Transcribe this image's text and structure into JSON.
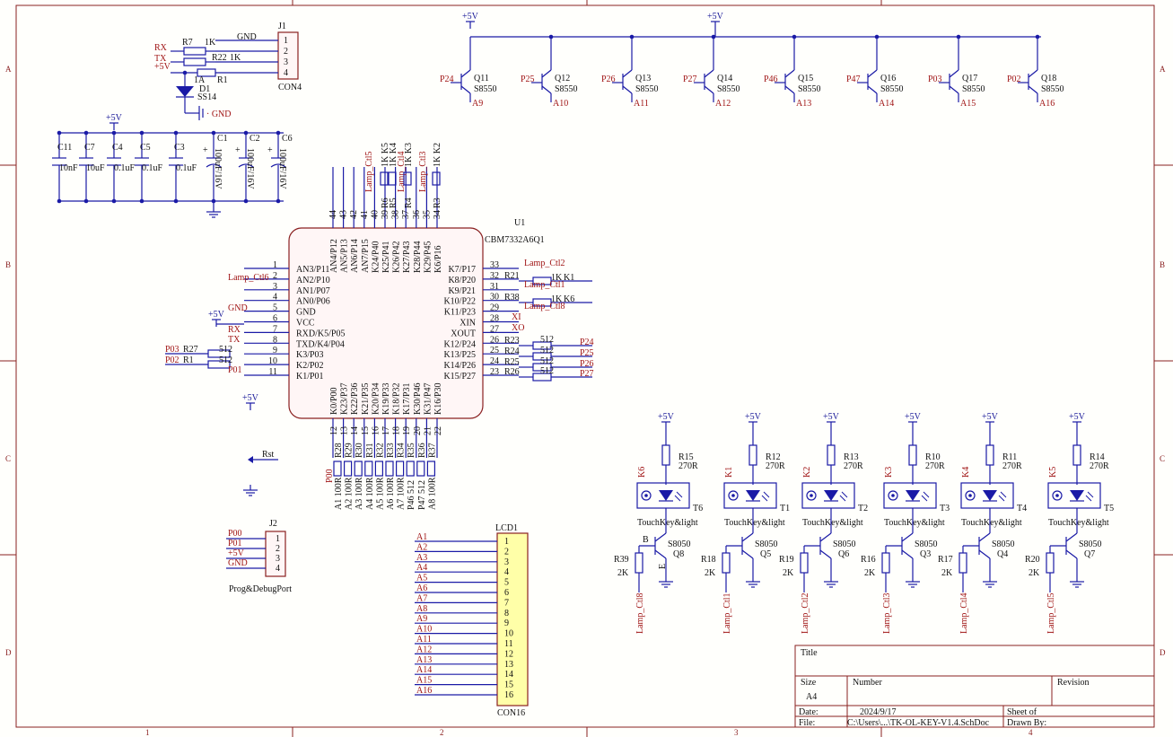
{
  "frame": {
    "cols": [
      "1",
      "2",
      "3",
      "4"
    ],
    "rows": [
      "A",
      "B",
      "C",
      "D"
    ]
  },
  "power": {
    "vcc": "+5V",
    "gnd": "GND"
  },
  "j1": {
    "ref": "J1",
    "name": "CON4",
    "pins": [
      "1",
      "2",
      "3",
      "4"
    ],
    "nets": [
      "GND",
      "RX",
      "TX",
      "+5V"
    ],
    "r7": "R7",
    "r7v": "1K",
    "r22": "R22",
    "r22v": "1K",
    "r1": "R1",
    "r1v": "1A",
    "d1": "D1",
    "d1v": "SS14"
  },
  "caps": [
    {
      "ref": "C11",
      "val": "10nF"
    },
    {
      "ref": "C7",
      "val": "10uF"
    },
    {
      "ref": "C4",
      "val": "0.1uF"
    },
    {
      "ref": "C5",
      "val": "0.1uF"
    },
    {
      "ref": "C3",
      "val": "0.1uF"
    },
    {
      "ref": "C1",
      "val": "100uF/16V"
    },
    {
      "ref": "C2",
      "val": "100uF/16V"
    },
    {
      "ref": "C6",
      "val": "100uF/16V"
    }
  ],
  "transistors_top": [
    {
      "ref": "Q11",
      "net": "P24",
      "out": "A9"
    },
    {
      "ref": "Q12",
      "net": "P25",
      "out": "A10"
    },
    {
      "ref": "Q13",
      "net": "P26",
      "out": "A11"
    },
    {
      "ref": "Q14",
      "net": "P27",
      "out": "A12"
    },
    {
      "ref": "Q15",
      "net": "P46",
      "out": "A13"
    },
    {
      "ref": "Q16",
      "net": "P47",
      "out": "A14"
    },
    {
      "ref": "Q17",
      "net": "P03",
      "out": "A15"
    },
    {
      "ref": "Q18",
      "net": "P02",
      "out": "A16"
    }
  ],
  "q_type": "S8550",
  "u1": {
    "ref": "U1",
    "part": "CBM7332A6Q1",
    "left": [
      {
        "n": "1",
        "pin": "AN3/P11"
      },
      {
        "n": "2",
        "pin": "AN2/P10"
      },
      {
        "n": "3",
        "pin": "AN1/P07"
      },
      {
        "n": "4",
        "pin": "AN0/P06"
      },
      {
        "n": "5",
        "pin": "GND"
      },
      {
        "n": "6",
        "pin": "VCC"
      },
      {
        "n": "7",
        "pin": "RXD/K5/P05"
      },
      {
        "n": "8",
        "pin": "TXD/K4/P04"
      },
      {
        "n": "9",
        "pin": "K3/P03"
      },
      {
        "n": "10",
        "pin": "K2/P02"
      },
      {
        "n": "11",
        "pin": "K1/P01"
      }
    ],
    "right": [
      {
        "n": "33",
        "pin": "K7/P17"
      },
      {
        "n": "32",
        "pin": "K8/P20"
      },
      {
        "n": "31",
        "pin": "K9/P21"
      },
      {
        "n": "30",
        "pin": "K10/P22"
      },
      {
        "n": "29",
        "pin": "K11/P23"
      },
      {
        "n": "28",
        "pin": "XIN"
      },
      {
        "n": "27",
        "pin": "XOUT"
      },
      {
        "n": "26",
        "pin": "K12/P24"
      },
      {
        "n": "25",
        "pin": "K13/P25"
      },
      {
        "n": "24",
        "pin": "K14/P26"
      },
      {
        "n": "23",
        "pin": "K15/P27"
      }
    ],
    "top": [
      {
        "n": "44",
        "pin": "AN4/P12"
      },
      {
        "n": "43",
        "pin": "AN5/P13"
      },
      {
        "n": "42",
        "pin": "AN6/P14"
      },
      {
        "n": "41",
        "pin": "AN7/P15"
      },
      {
        "n": "40",
        "pin": "K24/P40"
      },
      {
        "n": "39",
        "pin": "K25/P41"
      },
      {
        "n": "38",
        "pin": "K26/P42"
      },
      {
        "n": "37",
        "pin": "K27/P43"
      },
      {
        "n": "36",
        "pin": "K28/P44"
      },
      {
        "n": "35",
        "pin": "K29/P45"
      },
      {
        "n": "34",
        "pin": "K6/P16"
      }
    ],
    "bottom": [
      {
        "n": "12",
        "pin": "K0/P00"
      },
      {
        "n": "13",
        "pin": "K23/P37"
      },
      {
        "n": "14",
        "pin": "K22/P36"
      },
      {
        "n": "15",
        "pin": "K21/P35"
      },
      {
        "n": "16",
        "pin": "K20/P34"
      },
      {
        "n": "17",
        "pin": "K19/P33"
      },
      {
        "n": "18",
        "pin": "K18/P32"
      },
      {
        "n": "19",
        "pin": "K17/P31"
      },
      {
        "n": "20",
        "pin": "K30/P46"
      },
      {
        "n": "21",
        "pin": "K31/P47"
      },
      {
        "n": "22",
        "pin": "K16/P30"
      }
    ]
  },
  "left_nets": {
    "lamp6": "Lamp_Ctl6",
    "gnd": "GND",
    "vcc": "+5V",
    "rx": "RX",
    "tx": "TX",
    "p03": "P03",
    "p02": "P02",
    "p01": "P01",
    "r27": "R27",
    "r1": "R1",
    "v512": "512"
  },
  "right_nets": [
    {
      "net": "Lamp_Ctl2",
      "r": "",
      "v": ""
    },
    {
      "net": "K1",
      "r": "R21",
      "v": "1K"
    },
    {
      "net": "Lamp_Ctl1",
      "r": "",
      "v": ""
    },
    {
      "net": "K6",
      "r": "R38",
      "v": "1K"
    },
    {
      "net": "Lamp_Ctl8",
      "r": "",
      "v": ""
    },
    {
      "net": "XI",
      "r": "",
      "v": ""
    },
    {
      "net": "XO",
      "r": "",
      "v": ""
    },
    {
      "net": "P24",
      "r": "R23",
      "v": "512"
    },
    {
      "net": "P25",
      "r": "R24",
      "v": "512"
    },
    {
      "net": "P26",
      "r": "R25",
      "v": "512"
    },
    {
      "net": "P27",
      "r": "R26",
      "v": "512"
    }
  ],
  "top_nets": [
    {
      "net": "Lamp_Ctl5",
      "r": "",
      "v": ""
    },
    {
      "net": "K5",
      "r": "R6",
      "v": "1K"
    },
    {
      "net": "K4",
      "r": "R5",
      "v": "1K"
    },
    {
      "net": "Lamp_Ctl4",
      "r": "",
      "v": ""
    },
    {
      "net": "K3",
      "r": "R4",
      "v": "1K"
    },
    {
      "net": "Lamp_Ctl3",
      "r": "",
      "v": ""
    },
    {
      "net": "K2",
      "r": "R3",
      "v": "1K"
    }
  ],
  "bottom_res": [
    {
      "r": "R28",
      "v": "100R",
      "net": "A1"
    },
    {
      "r": "R29",
      "v": "100R",
      "net": "A2"
    },
    {
      "r": "R30",
      "v": "100R",
      "net": "A3"
    },
    {
      "r": "R31",
      "v": "100R",
      "net": "A4"
    },
    {
      "r": "R32",
      "v": "100R",
      "net": "A5"
    },
    {
      "r": "R33",
      "v": "100R",
      "net": "A6"
    },
    {
      "r": "R34",
      "v": "100R",
      "net": "A7"
    },
    {
      "r": "R35",
      "v": "512",
      "net": "P46"
    },
    {
      "r": "R36",
      "v": "512",
      "net": "P47"
    },
    {
      "r": "R37",
      "v": "100R",
      "net": "A8"
    }
  ],
  "p00": "P00",
  "rst": "Rst",
  "j2": {
    "ref": "J2",
    "name": "Prog&DebugPort",
    "pins": [
      "1",
      "2",
      "3",
      "4"
    ],
    "nets": [
      "P00",
      "P01",
      "+5V",
      "GND"
    ]
  },
  "lcd": {
    "ref": "LCD1",
    "name": "CON16",
    "nets": [
      "A1",
      "A2",
      "A3",
      "A4",
      "A5",
      "A6",
      "A7",
      "A8",
      "A9",
      "A10",
      "A11",
      "A12",
      "A13",
      "A14",
      "A15",
      "A16"
    ],
    "pins": [
      "1",
      "2",
      "3",
      "4",
      "5",
      "6",
      "7",
      "8",
      "9",
      "10",
      "11",
      "12",
      "13",
      "14",
      "15",
      "16"
    ]
  },
  "touch": [
    {
      "k": "K6",
      "rt": "R15",
      "t": "T6",
      "q": "Q8",
      "rb": "R39",
      "lamp": "Lamp_Ctl8",
      "show_be": true
    },
    {
      "k": "K1",
      "rt": "R12",
      "t": "T1",
      "q": "Q5",
      "rb": "R18",
      "lamp": "Lamp_Ctl1",
      "show_be": false
    },
    {
      "k": "K2",
      "rt": "R13",
      "t": "T2",
      "q": "Q6",
      "rb": "R19",
      "lamp": "Lamp_Ctl2",
      "show_be": false
    },
    {
      "k": "K3",
      "rt": "R10",
      "t": "T3",
      "q": "Q3",
      "rb": "R16",
      "lamp": "Lamp_Ctl3",
      "show_be": false
    },
    {
      "k": "K4",
      "rt": "R11",
      "t": "T4",
      "q": "Q4",
      "rb": "R17",
      "lamp": "Lamp_Ctl4",
      "show_be": false
    },
    {
      "k": "K5",
      "rt": "R14",
      "t": "T5",
      "q": "Q7",
      "rb": "R20",
      "lamp": "Lamp_Ctl5",
      "show_be": false
    }
  ],
  "touch_common": {
    "rtv": "270R",
    "label": "TouchKey&light",
    "qtype": "S8050",
    "rbv": "2K",
    "b": "B",
    "e": "E"
  },
  "title_block": {
    "title_label": "Title",
    "size_label": "Size",
    "size": "A4",
    "number_label": "Number",
    "revision_label": "Revision",
    "date_label": "Date:",
    "date": "2024/9/17",
    "sheet_label": "Sheet    of",
    "file_label": "File:",
    "file": "C:\\Users\\...\\TK-OL-KEY-V1.4.SchDoc",
    "drawn_label": "Drawn By:"
  }
}
